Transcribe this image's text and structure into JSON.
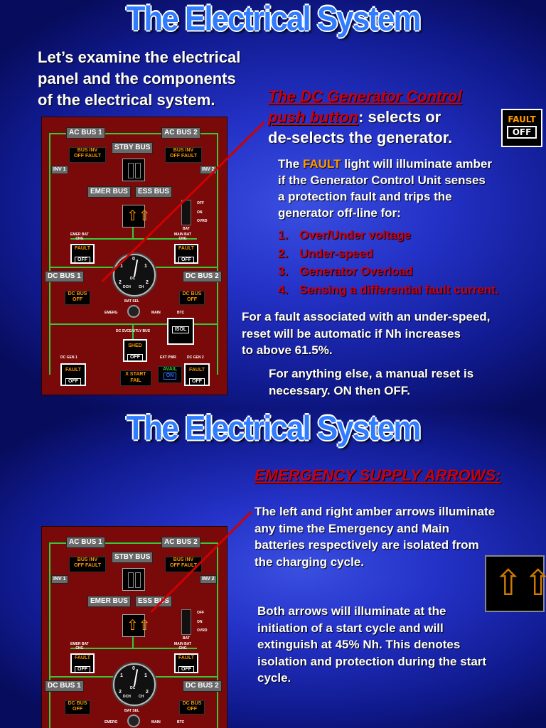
{
  "slide1": {
    "title": "The Electrical System",
    "intro": [
      "Let’s examine the electrical",
      "panel and the components",
      "of the electrical system."
    ],
    "heading_red_1": "The  DC Generator Control",
    "heading_red_2": "push button",
    "heading_white_1": ": selects or",
    "heading_white_2": "de-selects the generator.",
    "fault_button": {
      "fault": "FAULT",
      "off": "OFF"
    },
    "para1_pre": "The ",
    "para1_fault": "FAULT",
    "para1_post": " light will illuminate amber",
    "para1_lines": [
      "if the Generator Control Unit senses",
      "a protection fault and trips the",
      "generator off-line for:"
    ],
    "list": [
      {
        "num": "1.",
        "text": "Over/Under voltage"
      },
      {
        "num": "2.",
        "text": "Under-speed"
      },
      {
        "num": "3.",
        "text": "Generator Overload"
      },
      {
        "num": "4.",
        "text": "Sensing a differential fault current."
      }
    ],
    "para2": [
      "For a fault associated with an under-speed,",
      "reset will be automatic if Nh increases",
      "to above 61.5%."
    ],
    "para3": [
      "For anything else, a manual reset is",
      "necessary.  ON then OFF."
    ]
  },
  "slide2": {
    "title": "The Electrical System",
    "heading": "EMERGENCY SUPPLY ARROWS:",
    "para1": [
      "The left and right amber arrows illuminate",
      "any time the Emergency and Main",
      "batteries respectively are isolated from",
      "the charging cycle."
    ],
    "para2": [
      "Both arrows will illuminate at the",
      "initiation of a start cycle and will",
      "extinguish at 45% Nh.  This denotes",
      "isolation and protection during the start",
      "cycle."
    ]
  },
  "panel": {
    "ac_bus_1": "AC BUS 1",
    "ac_bus_2": "AC BUS 2",
    "stby_bus": "STBY BUS",
    "bus_inv_fault": [
      "BUS  INV",
      "OFF FAULT"
    ],
    "inv_1": "INV 1",
    "inv_2": "INV 2",
    "emer_bus": "EMER BUS",
    "ess_bus": "ESS BUS",
    "switch_labels": [
      "OFF",
      "ON",
      "OVRD"
    ],
    "bat_label": "BAT",
    "emer_bat_chg": [
      "EMER BAT",
      "CHG"
    ],
    "main_bat_chg": [
      "MAIN BAT",
      "CHG"
    ],
    "fault": "FAULT",
    "off": "OFF",
    "dc_bus_1": "DC BUS 1",
    "dc_bus_2": "DC BUS 2",
    "dc_bus_off": [
      "DC BUS",
      "OFF"
    ],
    "gauge_labels": {
      "top": "0",
      "dc": "DC",
      "dch": "DCH",
      "ch": "CH",
      "left": "1",
      "right": "1",
      "bl": "2",
      "br": "2"
    },
    "bat_sel": "BAT SEL",
    "emerg": "EMERG",
    "main": "MAIN",
    "btc": "BTC",
    "isol": "ISOL",
    "dc_svce_bus": "DC SVCE/UTLY BUS",
    "shed": "SHED",
    "dc_gen_1": "DC GEN 1",
    "dc_gen_2": "DC GEN 2",
    "ext_pwr": "EXT PWR",
    "x_start_fail": [
      "X START",
      "FAIL"
    ],
    "avail": "AVAIL",
    "on": "ON",
    "colors": {
      "panel": "#7a0a0a",
      "bus_line": "#35c93a",
      "amber": "#ff9900",
      "label_grey": "#6a6a6a"
    }
  }
}
